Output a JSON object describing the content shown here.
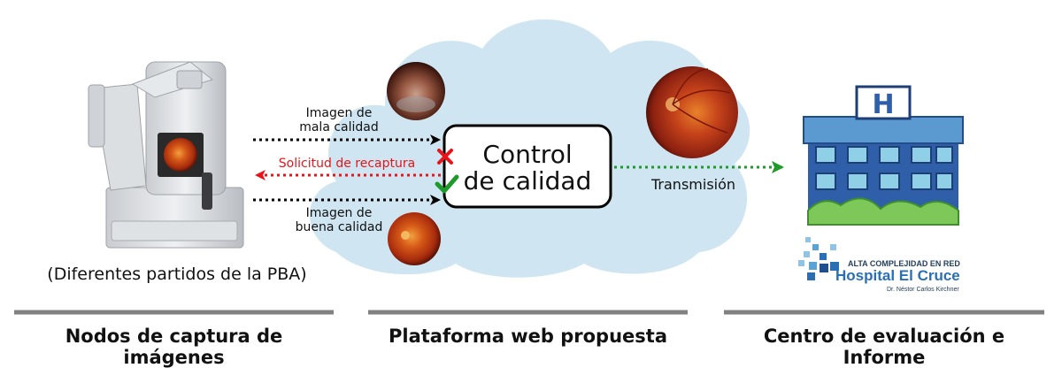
{
  "capture": {
    "caption": "(Diferentes partidos de la PBA)",
    "section_title": "Nodos de captura de imágenes"
  },
  "platform": {
    "bad_image_label": "Imagen de\nmala calidad",
    "recapture_label": "Solicitud de recaptura",
    "good_image_label": "Imagen de\nbuena calidad",
    "control_label": "Control\nde calidad",
    "transmission_label": "Transmisión",
    "section_title": "Plataforma web propuesta"
  },
  "center": {
    "section_title": "Centro de evaluación e Informe",
    "logo_tagline": "ALTA COMPLEJIDAD EN RED",
    "logo_name": "Hospital El Cruce",
    "logo_subtitle": "Dr. Néstor Carlos Kirchner",
    "building_sign": "H"
  },
  "colors": {
    "cloud": "#cfe6f2",
    "recapture_arrow": "#e8141a",
    "transmission_arrow": "#1e9a2a",
    "divider": "#808080",
    "building_blue": "#2f5fa9",
    "building_top": "#5a9ad1",
    "building_windows": "#8fd0e6",
    "building_grass": "#7ec85a",
    "logo_blue": "#2a6fb6"
  },
  "icons": {
    "camera": "fundus-camera-icon",
    "hospital": "hospital-building-icon",
    "cross": "x-mark-icon",
    "check": "checkmark-icon"
  }
}
